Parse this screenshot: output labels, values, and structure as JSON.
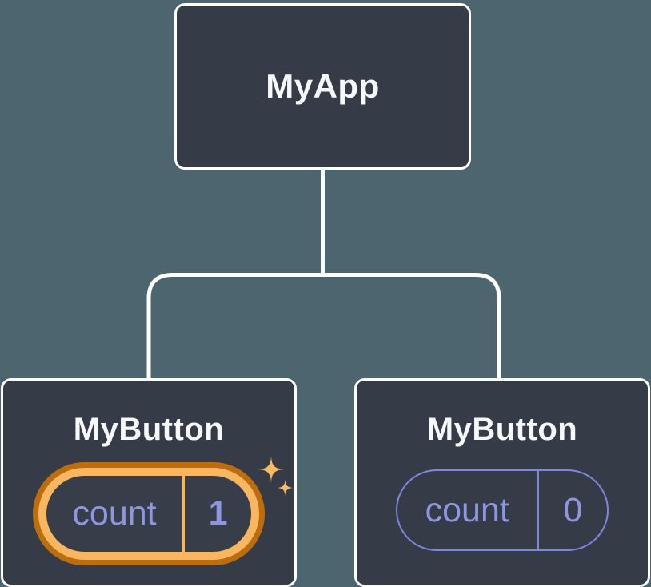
{
  "diagram": {
    "background_color": "#4c656e",
    "node_fill_color": "#353b47",
    "node_border_color": "#ffffff",
    "connector_color": "#ffffff",
    "title_text_color": "#f7f8fa",
    "state_text_color": "#8e96e3",
    "plain_pill_stroke_color": "#7e86e0",
    "highlight_outer_ring_color": "#bc6d0e",
    "highlight_inner_ring_color": "#f8b660",
    "sparkle_color": "#f8bb62",
    "root": {
      "label": "MyApp"
    },
    "children": [
      {
        "label": "MyButton",
        "state": {
          "name": "count",
          "value": "1"
        },
        "highlighted": true,
        "icon": "sparkles-icon"
      },
      {
        "label": "MyButton",
        "state": {
          "name": "count",
          "value": "0"
        },
        "highlighted": false
      }
    ]
  }
}
